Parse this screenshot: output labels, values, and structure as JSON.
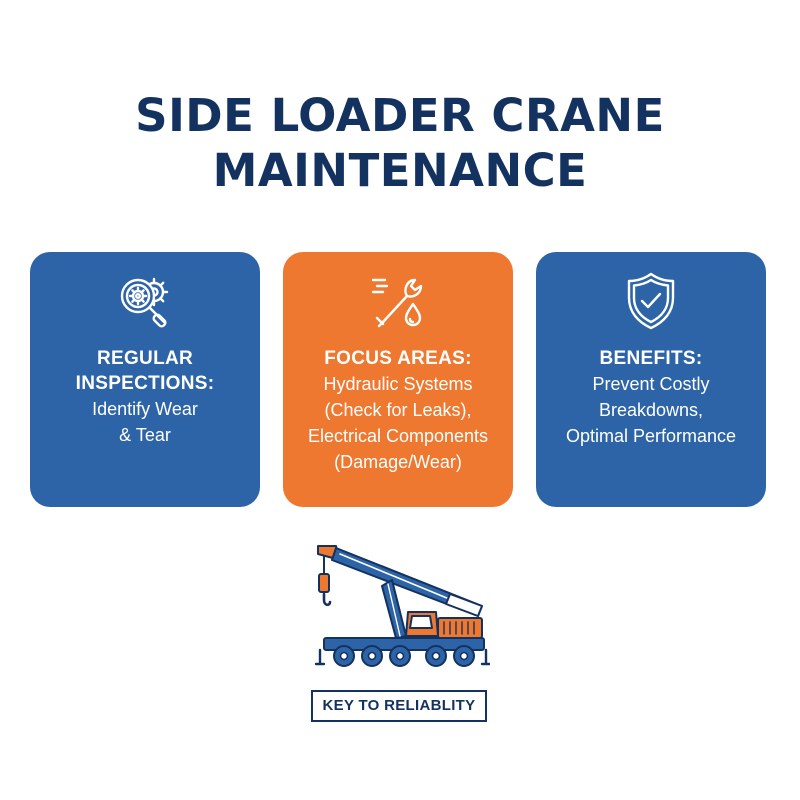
{
  "title": {
    "line1": "SIDE LOADER CRANE",
    "line2": "MAINTENANCE"
  },
  "cards": [
    {
      "icon": "magnifier-gear-icon",
      "color": "#2d64a8",
      "heading_lines": [
        "REGULAR",
        "INSPECTIONS:"
      ],
      "body_lines": [
        "Identify Wear",
        "& Tear"
      ]
    },
    {
      "icon": "wrench-oil-drop-icon",
      "color": "#ee782f",
      "heading_lines": [
        "FOCUS AREAS:"
      ],
      "body_lines": [
        "Hydraulic Systems",
        "(Check for Leaks),",
        "Electrical Components",
        "(Damage/Wear)"
      ]
    },
    {
      "icon": "shield-check-icon",
      "color": "#2d64a8",
      "heading_lines": [
        "BENEFITS:"
      ],
      "body_lines": [
        "Prevent Costly",
        "Breakdowns,",
        "Optimal Performance"
      ]
    }
  ],
  "illustration": {
    "icon": "crane-truck-icon"
  },
  "badge": {
    "label": "KEY TO RELIABLITY"
  },
  "colors": {
    "navy": "#14325f",
    "blue": "#2d64a8",
    "orange": "#ee782f"
  }
}
